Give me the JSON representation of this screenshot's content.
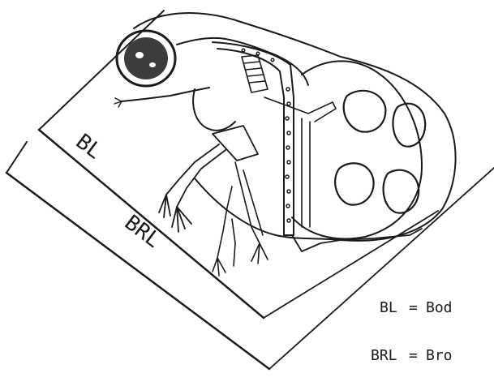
{
  "figure": {
    "measures": [
      {
        "abbr": "BL",
        "symbol": "=",
        "word_visible": "Bod"
      },
      {
        "abbr": "BRL",
        "symbol": "=",
        "word_visible": "Bro"
      }
    ],
    "labels": {
      "bl": "BL",
      "brl": "BRL"
    },
    "ink_color": "#1a1a1a"
  }
}
